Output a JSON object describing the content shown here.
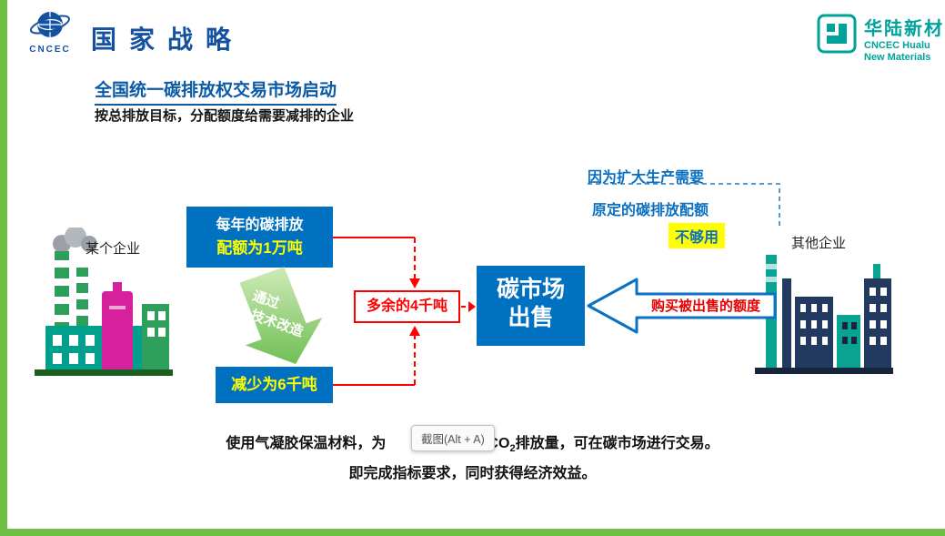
{
  "colors": {
    "primary_blue": "#0070C0",
    "accent_yellow": "#FFFF00",
    "alert_red": "#FF0000",
    "brand_teal": "#00A39A",
    "brand_blue": "#14519E",
    "accent_green": "#6FBE45",
    "process_green": "#6FBF54",
    "title_blue": "#0B5AA5"
  },
  "header": {
    "cncec_logo_text": "CNCEC",
    "strategy_title": "国家战略",
    "hualu_name": "华陆新材",
    "hualu_sub1": "CNCEC Hualu",
    "hualu_sub2": "New Materials"
  },
  "content": {
    "title": "全国统一碳排放权交易市场启动",
    "subtitle": "按总排放目标，分配额度给需要减排的企业"
  },
  "diagram": {
    "left_factory_label": "某个企业",
    "right_factory_label": "其他企业",
    "quota_line1": "每年的碳排放",
    "quota_line2": "配额为1万吨",
    "process_line1": "通过",
    "process_line2": "技术改造",
    "reduced_label": "减少为6千吨",
    "surplus_label": "多余的4千吨",
    "market_line1": "碳市场",
    "market_line2": "出售",
    "note_expand": "因为扩大生产需要",
    "note_original": "原定的碳排放配额",
    "note_insufficient": "不够用",
    "buy_label": "购买被出售的额度"
  },
  "footer": {
    "line1_pre": "使用气凝胶保温材料，为",
    "line1_mid": "的CO",
    "line1_sub": "2",
    "line1_end": "排放量，可在碳市场进行交易。",
    "line2": "即完成指标要求，同时获得经济效益。"
  },
  "overlay": {
    "screenshot_tooltip": "截图(Alt + A)"
  }
}
